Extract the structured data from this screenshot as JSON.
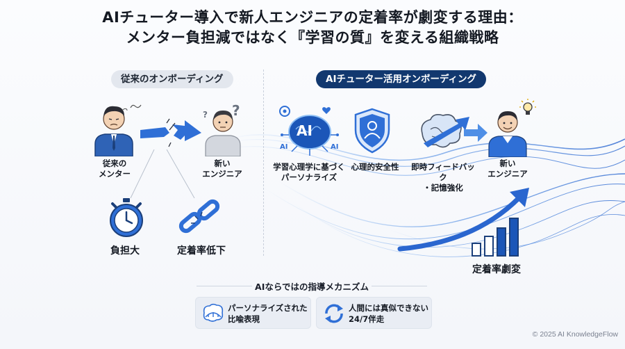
{
  "header": {
    "title_line1": "AIチューター導入で新人エンジニアの定着率が劇変する理由：",
    "title_line2": "メンター負担減ではなく『学習の質』を変える組織戦略"
  },
  "left": {
    "section_label": "従来のオンボーディング",
    "mentor_label_1": "従来の",
    "mentor_label_2": "メンター",
    "newbie_label_1": "新い",
    "newbie_label_2": "エンジニア",
    "burden_label": "負担大",
    "retention_low_label": "定着率低下"
  },
  "right": {
    "section_label": "AIチューター活用オンボーディング",
    "brain_text": "AI",
    "brain_side_text": "AI",
    "step1_line1": "学習心理学に基づく",
    "step1_line2": "パーソナライズ",
    "step2_label": "心理的安全性",
    "step3_line1": "即時フィードバック",
    "step3_line2": "・記憶強化",
    "newbie_label_1": "新い",
    "newbie_label_2": "エンジニア",
    "result_label": "定着率劇変"
  },
  "mechanism": {
    "heading": "AIならではの指導メカニズム",
    "card1_line1": "パーソナライズされた",
    "card1_line2": "比喩表現",
    "card2_line1": "人間には真似できない",
    "card2_line2": "24/7伴走"
  },
  "footer": {
    "copyright": "© 2025 AI KnowledgeFlow"
  },
  "colors": {
    "navy": "#12386f",
    "accent_blue": "#2f6fd6",
    "light_blue": "#6ea6ec",
    "pill_gray": "#e3e7ee"
  }
}
